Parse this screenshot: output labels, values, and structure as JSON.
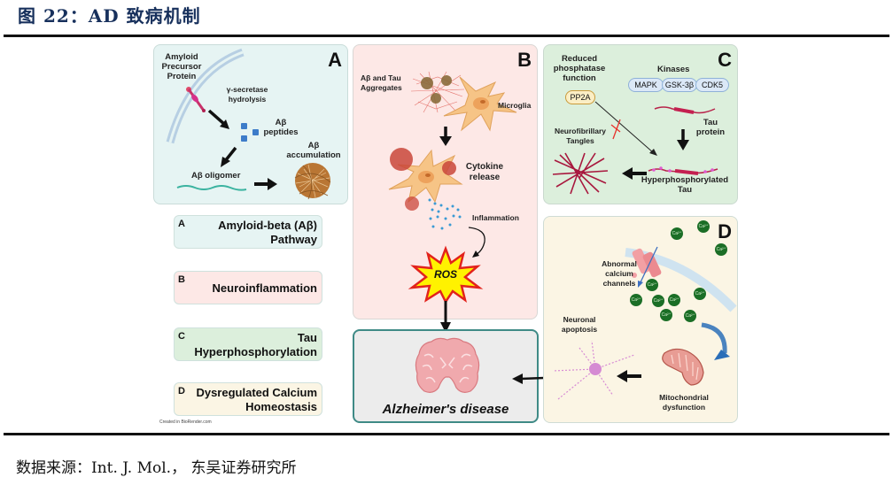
{
  "figure": {
    "title": "图 22：AD 致病机制",
    "source": "数据来源：Int. J. Mol.， 东吴证券研究所",
    "credit": "Created in BioRender.com"
  },
  "panels": {
    "A": {
      "letter": "A",
      "labels": {
        "app": "Amyloid Precursor Protein",
        "app_l1": "Amyloid",
        "app_l2": "Precursor",
        "app_l3": "Protein",
        "secretase_l1": "γ-secretase",
        "secretase_l2": "hydrolysis",
        "peptides_l1": "Aβ",
        "peptides_l2": "peptides",
        "oligomer": "Aβ oligomer",
        "accum_l1": "Aβ",
        "accum_l2": "accumulation"
      }
    },
    "B": {
      "letter": "B",
      "labels": {
        "aggregates_l1": "Aβ and Tau",
        "aggregates_l2": "Aggregates",
        "microglia": "Microglia",
        "cytokine_l1": "Cytokine",
        "cytokine_l2": "release",
        "inflammation": "Inflammation",
        "ros": "ROS"
      }
    },
    "C": {
      "letter": "C",
      "labels": {
        "reduced_l1": "Reduced",
        "reduced_l2": "phosphatase",
        "reduced_l3": "function",
        "pp2a": "PP2A",
        "kinases": "Kinases",
        "kinase_list": [
          "MAPK",
          "GSK-3β",
          "CDK5"
        ],
        "tau_l1": "Tau",
        "tau_l2": "protein",
        "nft_l1": "Neurofibrillary",
        "nft_l2": "Tangles",
        "hyper_l1": "Hyperphosphorylated",
        "hyper_l2": "Tau"
      }
    },
    "D": {
      "letter": "D",
      "labels": {
        "abnormal_l1": "Abnormal",
        "abnormal_l2": "calcium",
        "abnormal_l3": "channels",
        "ion": "Ca²⁺",
        "apoptosis_l1": "Neuronal",
        "apoptosis_l2": "apoptosis",
        "mito_l1": "Mitochondrial",
        "mito_l2": "dysfunction"
      }
    },
    "outcome": {
      "label": "Alzheimer's disease"
    }
  },
  "legend": [
    {
      "key": "A",
      "line1": "Amyloid-beta (Aβ)",
      "line2": "Pathway",
      "color": "#e6f4f3"
    },
    {
      "key": "B",
      "line1": "Neuroinflammation",
      "line2": "",
      "color": "#fde8e6"
    },
    {
      "key": "C",
      "line1": "Tau",
      "line2": "Hyperphosphorylation",
      "color": "#dcefdc"
    },
    {
      "key": "D",
      "line1": "Dysregulated Calcium",
      "line2": "Homeostasis",
      "color": "#fbf5e4"
    }
  ],
  "colors": {
    "title": "#17305c",
    "panel_a": "#e6f4f3",
    "panel_b": "#fde8e6",
    "panel_c": "#dcefdc",
    "panel_d": "#fbf5e4",
    "outcome_bg": "#ececec",
    "outcome_border": "#3f8a86"
  }
}
